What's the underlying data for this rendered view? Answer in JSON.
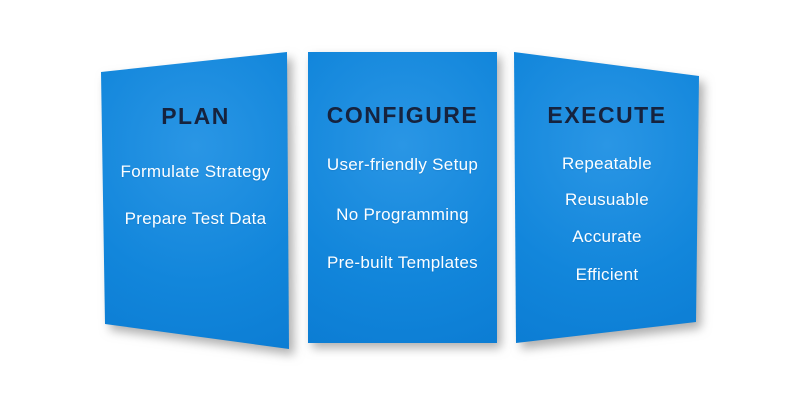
{
  "infographic": {
    "colors": {
      "background": "#ffffff",
      "panel_blue_light": "#2a96e5",
      "panel_blue_mid": "#1286db",
      "panel_blue_dark": "#0877cf",
      "title_navy": "#16233e",
      "item_white": "#fdfeff",
      "shadow_gray": "rgba(110,110,110,0.55)"
    },
    "panels": [
      {
        "id": "plan",
        "title": "PLAN",
        "items": [
          "Formulate Strategy",
          "Prepare Test Data"
        ]
      },
      {
        "id": "configure",
        "title": "CONFIGURE",
        "items": [
          "User-friendly Setup",
          "No Programming",
          "Pre-built Templates"
        ]
      },
      {
        "id": "execute",
        "title": "EXECUTE",
        "items": [
          "Repeatable",
          "Reusuable",
          "Accurate",
          "Efficient"
        ]
      }
    ]
  }
}
